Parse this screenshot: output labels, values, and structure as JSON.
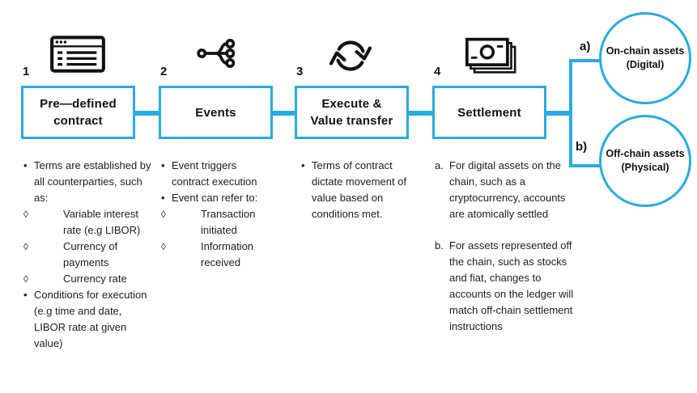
{
  "diagram": {
    "colors": {
      "accent": "#29ABE2",
      "ink": "#1d1d1d"
    },
    "steps": [
      {
        "number": "1",
        "icon": "contract-window-icon",
        "title": "Pre—defined\ncontract",
        "details": [
          {
            "type": "bullet",
            "marker": "•",
            "text": "Terms are established by all counterparties, such as:"
          },
          {
            "type": "diamond",
            "marker": "◊",
            "text": "Variable interest rate (e.g LIBOR)"
          },
          {
            "type": "diamond",
            "marker": "◊",
            "text": "Currency of payments"
          },
          {
            "type": "diamond",
            "marker": "◊",
            "text": "Currency rate"
          },
          {
            "type": "bullet",
            "marker": "•",
            "text": "Conditions for execution (e.g time and date, LIBOR rate at given value)"
          }
        ]
      },
      {
        "number": "2",
        "icon": "events-branch-icon",
        "title": "Events",
        "details": [
          {
            "type": "bullet",
            "marker": "•",
            "text": "Event triggers contract execution"
          },
          {
            "type": "bullet",
            "marker": "•",
            "text": "Event can refer to:"
          },
          {
            "type": "diamond",
            "marker": "◊",
            "text": "Transaction initiated"
          },
          {
            "type": "diamond",
            "marker": "◊",
            "text": "Information received"
          }
        ]
      },
      {
        "number": "3",
        "icon": "sync-arrows-icon",
        "title": "Execute &\nValue transfer",
        "details": [
          {
            "type": "bullet",
            "marker": "•",
            "text": "Terms of contract dictate movement of value based on conditions met."
          }
        ]
      },
      {
        "number": "4",
        "icon": "banknotes-icon",
        "title": "Settlement",
        "details": [
          {
            "type": "letter",
            "marker": "a.",
            "text": "For digital assets on the chain, such as a cryptocurrency, accounts are atomically settled"
          },
          {
            "type": "letter",
            "marker": "b.",
            "text": "For assets represented off the chain, such as stocks and fiat, changes to accounts on the ledger will match off-chain settlement instructions"
          }
        ]
      }
    ],
    "outcomes": [
      {
        "label": "a)",
        "title": "On-chain assets",
        "subtitle": "(Digital)"
      },
      {
        "label": "b)",
        "title": "Off-chain assets",
        "subtitle": "(Physical)"
      }
    ]
  }
}
